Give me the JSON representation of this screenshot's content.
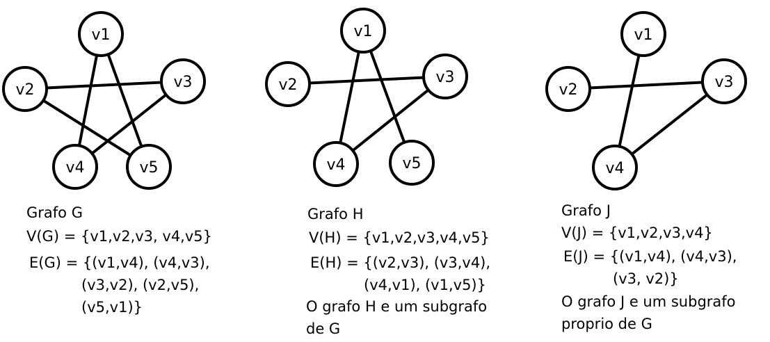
{
  "graphs": [
    {
      "id": "G",
      "nodes": [
        {
          "id": "v1",
          "label": "v1"
        },
        {
          "id": "v2",
          "label": "v2"
        },
        {
          "id": "v3",
          "label": "v3"
        },
        {
          "id": "v4",
          "label": "v4"
        },
        {
          "id": "v5",
          "label": "v5"
        }
      ],
      "edges": [
        [
          "v1",
          "v4"
        ],
        [
          "v4",
          "v3"
        ],
        [
          "v3",
          "v2"
        ],
        [
          "v2",
          "v5"
        ],
        [
          "v5",
          "v1"
        ]
      ],
      "caption": {
        "title": "Grafo G",
        "vertices": "V(G) = {v1,v2,v3, v4,v5}",
        "edges_1": "E(G) = {(v1,v4), (v4,v3),",
        "edges_2": "(v3,v2), (v2,v5),",
        "edges_3": "(v5,v1)}"
      }
    },
    {
      "id": "H",
      "nodes": [
        {
          "id": "v1",
          "label": "v1"
        },
        {
          "id": "v2",
          "label": "v2"
        },
        {
          "id": "v3",
          "label": "v3"
        },
        {
          "id": "v4",
          "label": "v4"
        },
        {
          "id": "v5",
          "label": "v5"
        }
      ],
      "edges": [
        [
          "v2",
          "v3"
        ],
        [
          "v3",
          "v4"
        ],
        [
          "v4",
          "v1"
        ],
        [
          "v1",
          "v5"
        ]
      ],
      "caption": {
        "title": "Grafo H",
        "vertices": "V(H) = {v1,v2,v3,v4,v5}",
        "edges_1": "E(H) = {(v2,v3), (v3,v4),",
        "edges_2": "(v4,v1), (v1,v5)}",
        "note_1": "O grafo H e um subgrafo",
        "note_2": "de G"
      }
    },
    {
      "id": "J",
      "nodes": [
        {
          "id": "v1",
          "label": "v1"
        },
        {
          "id": "v2",
          "label": "v2"
        },
        {
          "id": "v3",
          "label": "v3"
        },
        {
          "id": "v4",
          "label": "v4"
        }
      ],
      "edges": [
        [
          "v1",
          "v4"
        ],
        [
          "v4",
          "v3"
        ],
        [
          "v3",
          "v2"
        ]
      ],
      "caption": {
        "title": "Grafo J",
        "vertices": "V(J) = {v1,v2,v3,v4}",
        "edges_1": "E(J) = {(v1,v4), (v4,v3),",
        "edges_2": "(v3, v2)}",
        "note_1": "O grafo J e um subgrafo",
        "note_2": "proprio de G"
      }
    }
  ]
}
